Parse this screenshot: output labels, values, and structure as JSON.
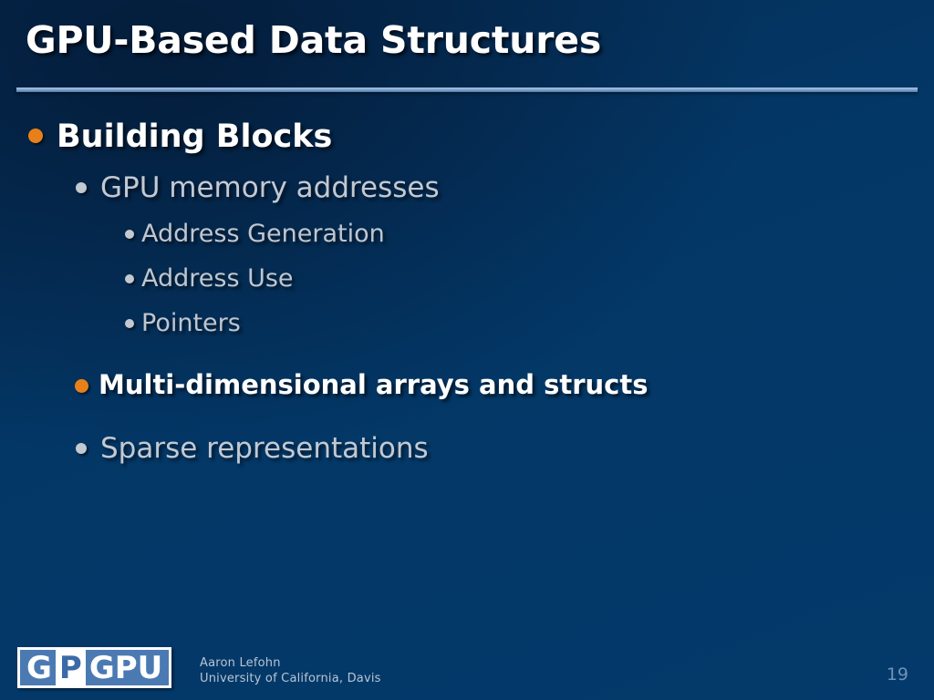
{
  "slide": {
    "title": "GPU-Based Data Structures",
    "page_number": "19",
    "colors": {
      "background": "#033766",
      "background_dark": "#062c54",
      "rule": "#8fb3d9",
      "accent_orange": "#e8801a",
      "bullet_gray": "#c3c9d1",
      "text_white": "#ffffff",
      "text_gray": "#c2c9d2",
      "logo_blue": "#4b7ab3",
      "page_number_color": "#6f92b6"
    },
    "outline": [
      {
        "level": 1,
        "text": "Building Blocks",
        "bullet": "orange-dot",
        "emphasis": "bold-white"
      },
      {
        "level": 2,
        "text": "GPU memory addresses",
        "bullet": "gray-dot",
        "emphasis": "normal-gray"
      },
      {
        "level": 3,
        "text": "Address Generation",
        "bullet": "gray-dot",
        "emphasis": "normal-gray"
      },
      {
        "level": 3,
        "text": "Address Use",
        "bullet": "gray-dot",
        "emphasis": "normal-gray"
      },
      {
        "level": 3,
        "text": "Pointers",
        "bullet": "gray-dot",
        "emphasis": "normal-gray"
      },
      {
        "level": 2,
        "text": "Multi-dimensional arrays and structs",
        "bullet": "orange-dot",
        "emphasis": "bold-white"
      },
      {
        "level": 2,
        "text": "Sparse representations",
        "bullet": "gray-dot",
        "emphasis": "normal-gray"
      }
    ],
    "logo": {
      "part1": "G",
      "part2": "P",
      "part3": "GPU",
      "full_text": "GPGPU"
    },
    "byline": {
      "author": "Aaron Lefohn",
      "affiliation": "University of California, Davis"
    }
  }
}
